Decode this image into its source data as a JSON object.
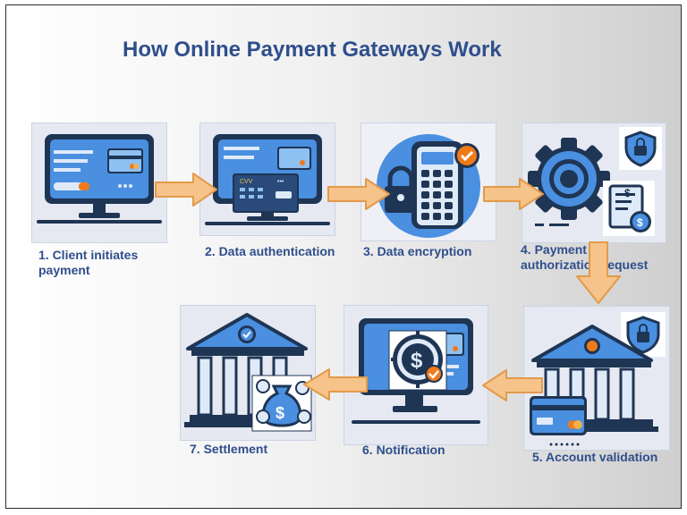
{
  "title": "How Online Payment Gateways Work",
  "steps": [
    {
      "line1": "1. Client initiates",
      "line2": "payment"
    },
    {
      "line1": "2. Data authentication"
    },
    {
      "line1": "3. Data encryption"
    },
    {
      "line1": "4. Payment",
      "line2": "authorization request"
    },
    {
      "line1": "5. Account validation"
    },
    {
      "line1": "6. Notification"
    },
    {
      "line1": "7. Settlement"
    }
  ],
  "card_text": {
    "cvv": "CVV",
    "code": "•••"
  },
  "colors": {
    "title": "#2f4e8c",
    "primary": "#4a8fe0",
    "dark": "#1f3554",
    "arrow_fill": "#f6c48a",
    "arrow_stroke": "#e29a4a",
    "accent_orange": "#f07a1a",
    "tile_bg": "#e6e9f1"
  },
  "icons": [
    "monitor-card-icon",
    "card-keypad-icon",
    "lock-keypad-icon",
    "gear-shield-icon",
    "bank-card-icon",
    "monitor-dollar-icon",
    "bank-moneybag-icon"
  ]
}
